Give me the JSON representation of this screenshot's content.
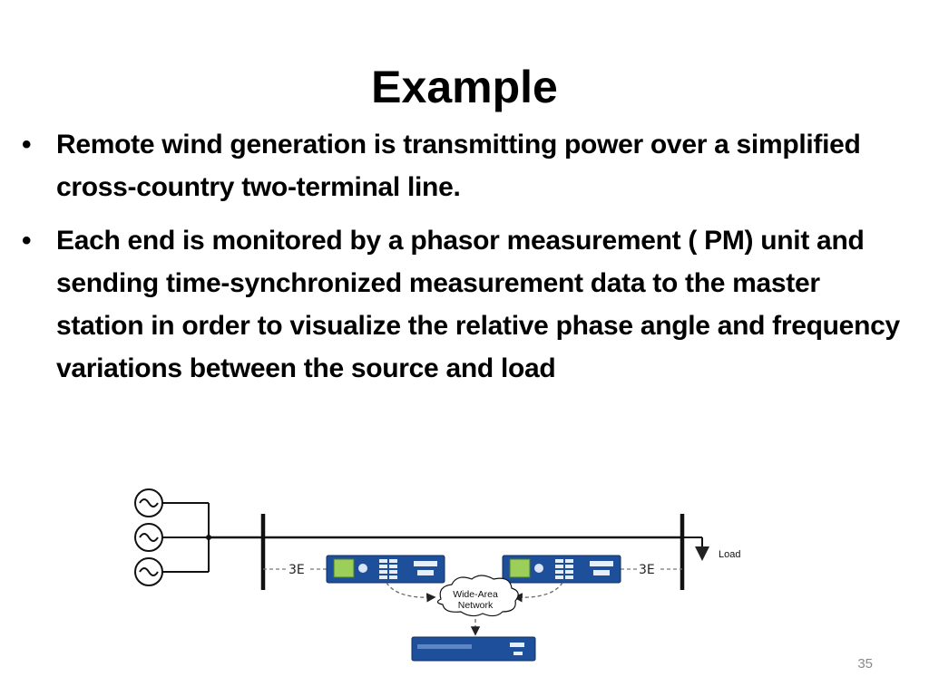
{
  "slide": {
    "title": "Example",
    "bullets": [
      "Remote wind generation is transmitting power over a simplified cross-country two-terminal line.",
      "Each end is monitored by a phasor measurement ( PM) unit and sending time-synchronized measurement data to the master station in order to visualize the relative phase angle and frequency variations between the source and load"
    ],
    "page_number": "35"
  },
  "diagram": {
    "load_label": "Load",
    "network_label_line1": "Wide-Area",
    "network_label_line2": "Network",
    "colors": {
      "device_blue": "#1e4f9a",
      "screen_green": "#9ccf5a",
      "line": "#111111"
    }
  }
}
